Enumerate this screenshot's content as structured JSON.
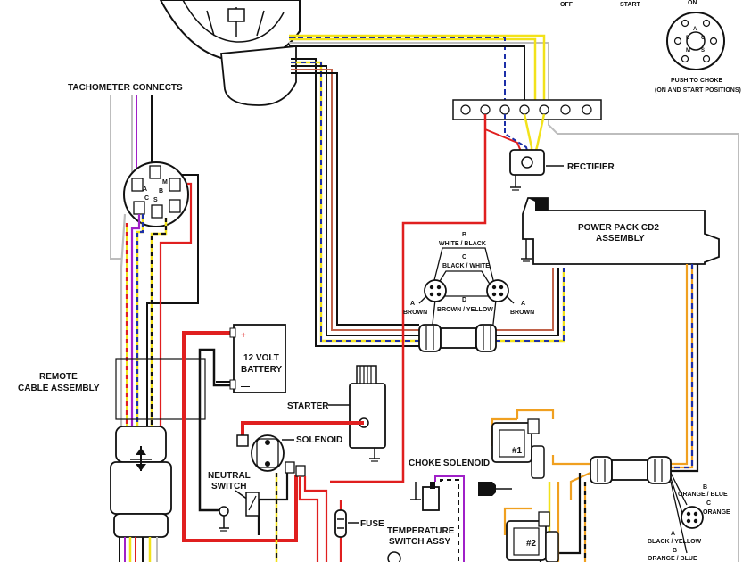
{
  "labels": {
    "tachometer_connects": "TACHOMETER CONNECTS",
    "remote_cable_assembly_1": "REMOTE",
    "remote_cable_assembly_2": "CABLE ASSEMBLY",
    "battery_1": "12 VOLT",
    "battery_2": "BATTERY",
    "battery_plus": "+",
    "battery_minus": "—",
    "starter": "STARTER",
    "solenoid": "SOLENOID",
    "neutral_switch_1": "NEUTRAL",
    "neutral_switch_2": "SWITCH",
    "fuse": "FUSE",
    "choke_solenoid": "CHOKE SOLENOID",
    "temp_switch_1": "TEMPERATURE",
    "temp_switch_2": "SWITCH ASSY",
    "rectifier": "RECTIFIER",
    "power_pack_1": "POWER PACK CD2",
    "power_pack_2": "ASSEMBLY",
    "coil_1": "#1",
    "coil_2": "#2",
    "key_off": "OFF",
    "key_start": "START",
    "key_on": "ON",
    "push_to_choke_1": "PUSH TO CHOKE",
    "push_to_choke_2": "(ON AND START POSITIONS)",
    "sw_b": "B",
    "sw_white_black": "WHITE / BLACK",
    "sw_c": "C",
    "sw_black_white": "BLACK / WHITE",
    "sw_d": "D",
    "sw_brown_yellow": "BROWN / YELLOW",
    "sw_a_left": "A",
    "sw_brown_left": "BROWN",
    "sw_a_right": "A",
    "sw_brown_right": "BROWN",
    "stator_b": "B",
    "stator_orange_blue": "ORANGE / BLUE",
    "stator_c": "C",
    "stator_orange": "ORANGE",
    "stator_a": "A",
    "stator_black_yellow": "BLACK / YELLOW",
    "stator_b2": "B",
    "stator_orange_blue_2": "ORANGE / BLUE",
    "tach_pin_a": "A",
    "tach_pin_b": "B",
    "tach_pin_c": "C",
    "tach_pin_s": "S",
    "tach_pin_m": "M",
    "key_pin_a": "A",
    "key_pin_b": "B",
    "key_pin_c": "C",
    "key_pin_m": "M",
    "key_pin_s": "S"
  },
  "colors": {
    "red": "#e01f1f",
    "yellow": "#f2e21a",
    "blue": "#1c2fa8",
    "purple": "#a020c8",
    "brown": "#c0624a",
    "orange": "#f0a020",
    "black": "#111111",
    "gray": "#bdbdbd"
  }
}
